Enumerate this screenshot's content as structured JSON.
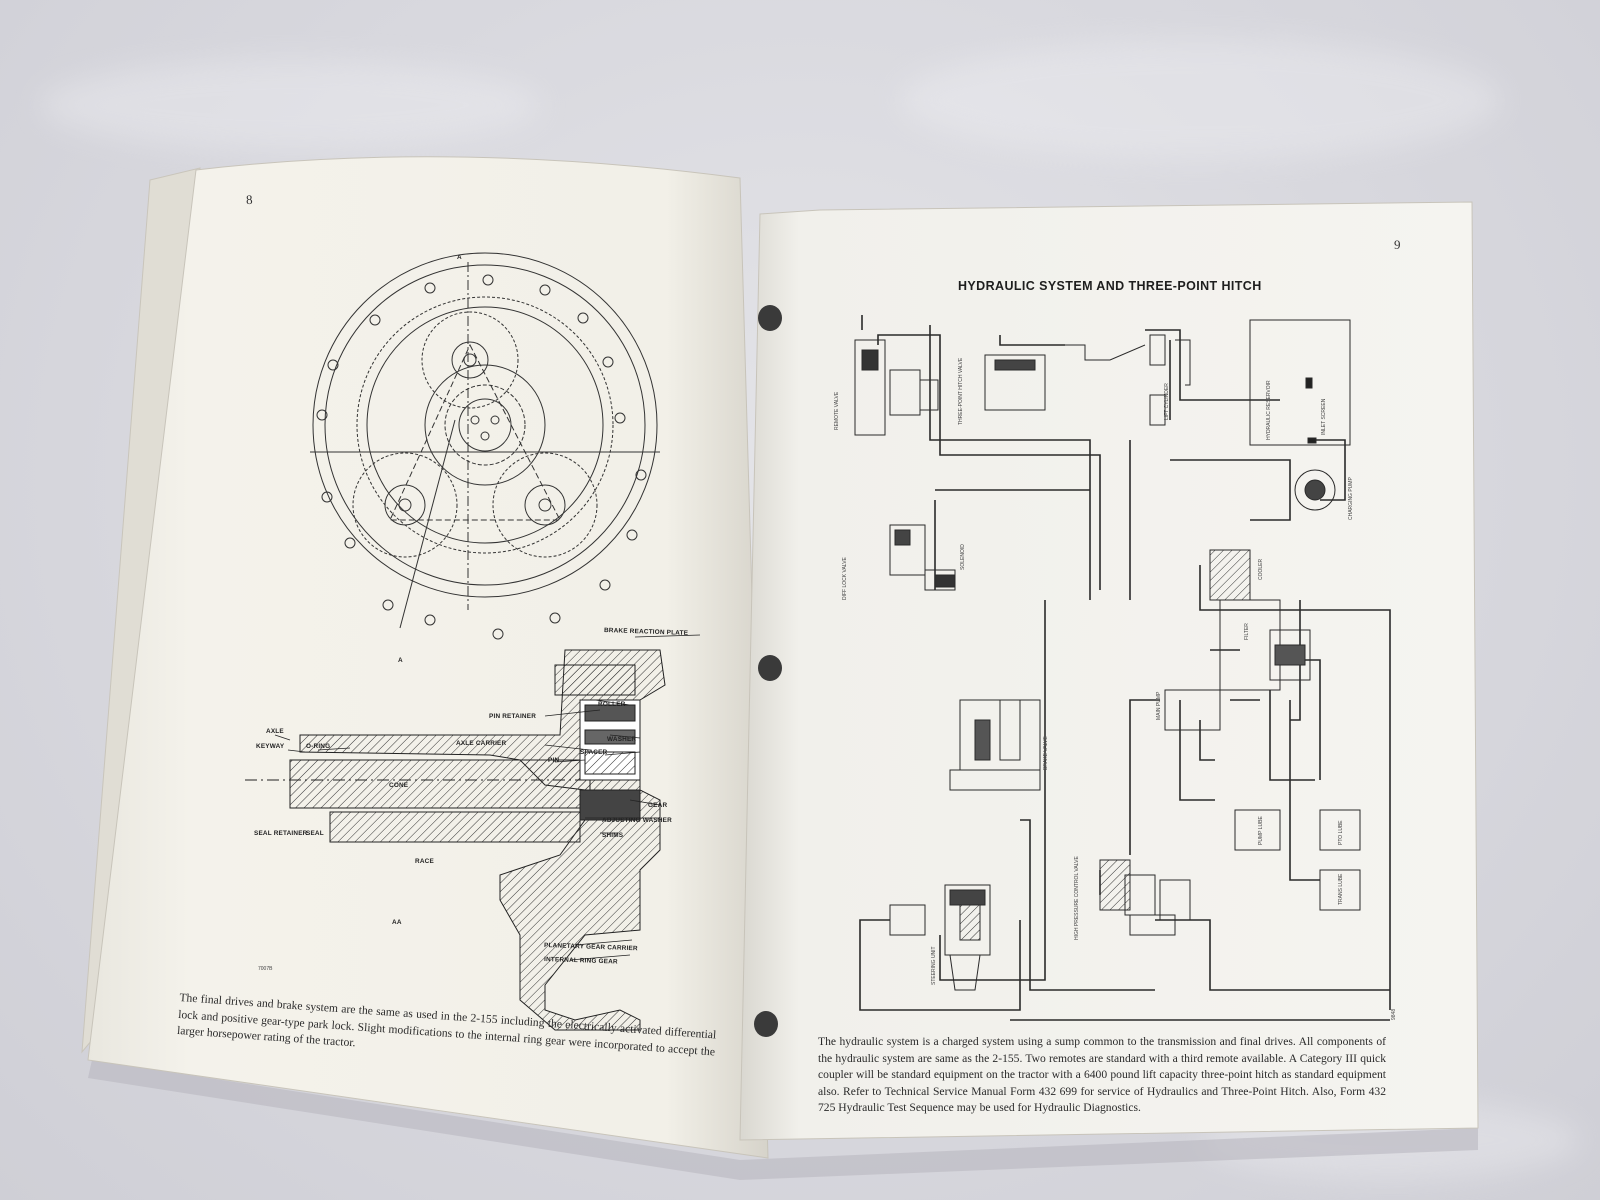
{
  "left_page": {
    "page_number": "8",
    "callouts": {
      "section_marker": "A",
      "section_caption": "AA",
      "figure_code": "7007B",
      "brake_reaction_plate": "BRAKE REACTION PLATE",
      "pin_retainer": "PIN RETAINER",
      "roller": "ROLLER",
      "axle_carrier": "AXLE CARRIER",
      "washer": "WASHER",
      "axle": "AXLE",
      "keyway": "KEYWAY",
      "o_ring": "O-RING",
      "pin": "PIN",
      "spacer": "SPACER",
      "cone": "CONE",
      "gear": "GEAR",
      "adjusting_washer": "ADJUSTING WASHER",
      "seal_retainer": "SEAL RETAINER",
      "seal": "SEAL",
      "shims": "SHIMS",
      "race": "RACE",
      "planetary_gear_carrier": "PLANETARY GEAR CARRIER",
      "internal_ring_gear": "INTERNAL RING GEAR"
    },
    "caption": "The final drives and brake system are the same as used in the 2-155 including the electrically activated differential lock and positive gear-type park lock. Slight modifications to the internal ring gear were incorporated to accept the larger horsepower rating of the tractor."
  },
  "right_page": {
    "page_number": "9",
    "heading": "HYDRAULIC SYSTEM AND THREE-POINT HITCH",
    "component_labels": {
      "remote_valve": "REMOTE VALVE",
      "three_point_hitch_valve": "THREE-POINT HITCH VALVE",
      "lift_cylinder": "LIFT CYLINDER",
      "hydraulic_reservoir": "HYDRAULIC RESERVOIR",
      "inlet_screen": "INLET SCREEN",
      "charging_pump": "CHARGING PUMP",
      "diff_lock_valve": "DIFF LOCK VALVE",
      "solenoid": "SOLENOID",
      "cooler": "COOLER",
      "filter": "FILTER",
      "main_pump": "MAIN PUMP",
      "brake_valve": "BRAKE VALVE",
      "high_pressure_control_valve": "HIGH PRESSURE CONTROL VALVE",
      "steering_unit": "STEERING UNIT",
      "pump_lube": "PUMP LUBE",
      "pto_lube": "PTO LUBE",
      "trans_lube": "TRANS LUBE",
      "figure_code": "9848"
    },
    "caption": "The hydraulic system is a charged system using a sump common to the transmission and final drives. All components of the hydraulic system are same as the 2-155. Two remotes are standard with a third remote available. A Category III quick coupler will be standard equipment on the tractor with a 6400 pound lift capacity three-point hitch as standard equipment also. Refer to Technical Service Manual Form 432 699 for service of Hydraulics and Three-Point Hitch. Also, Form 432 725 Hydraulic Test Sequence may be used for Hydraulic Diagnostics."
  },
  "colors": {
    "paper_left": "#f3f1ea",
    "paper_right": "#f4f3ee",
    "ink": "#2a2a2a",
    "cloth": "#d8d8de"
  }
}
